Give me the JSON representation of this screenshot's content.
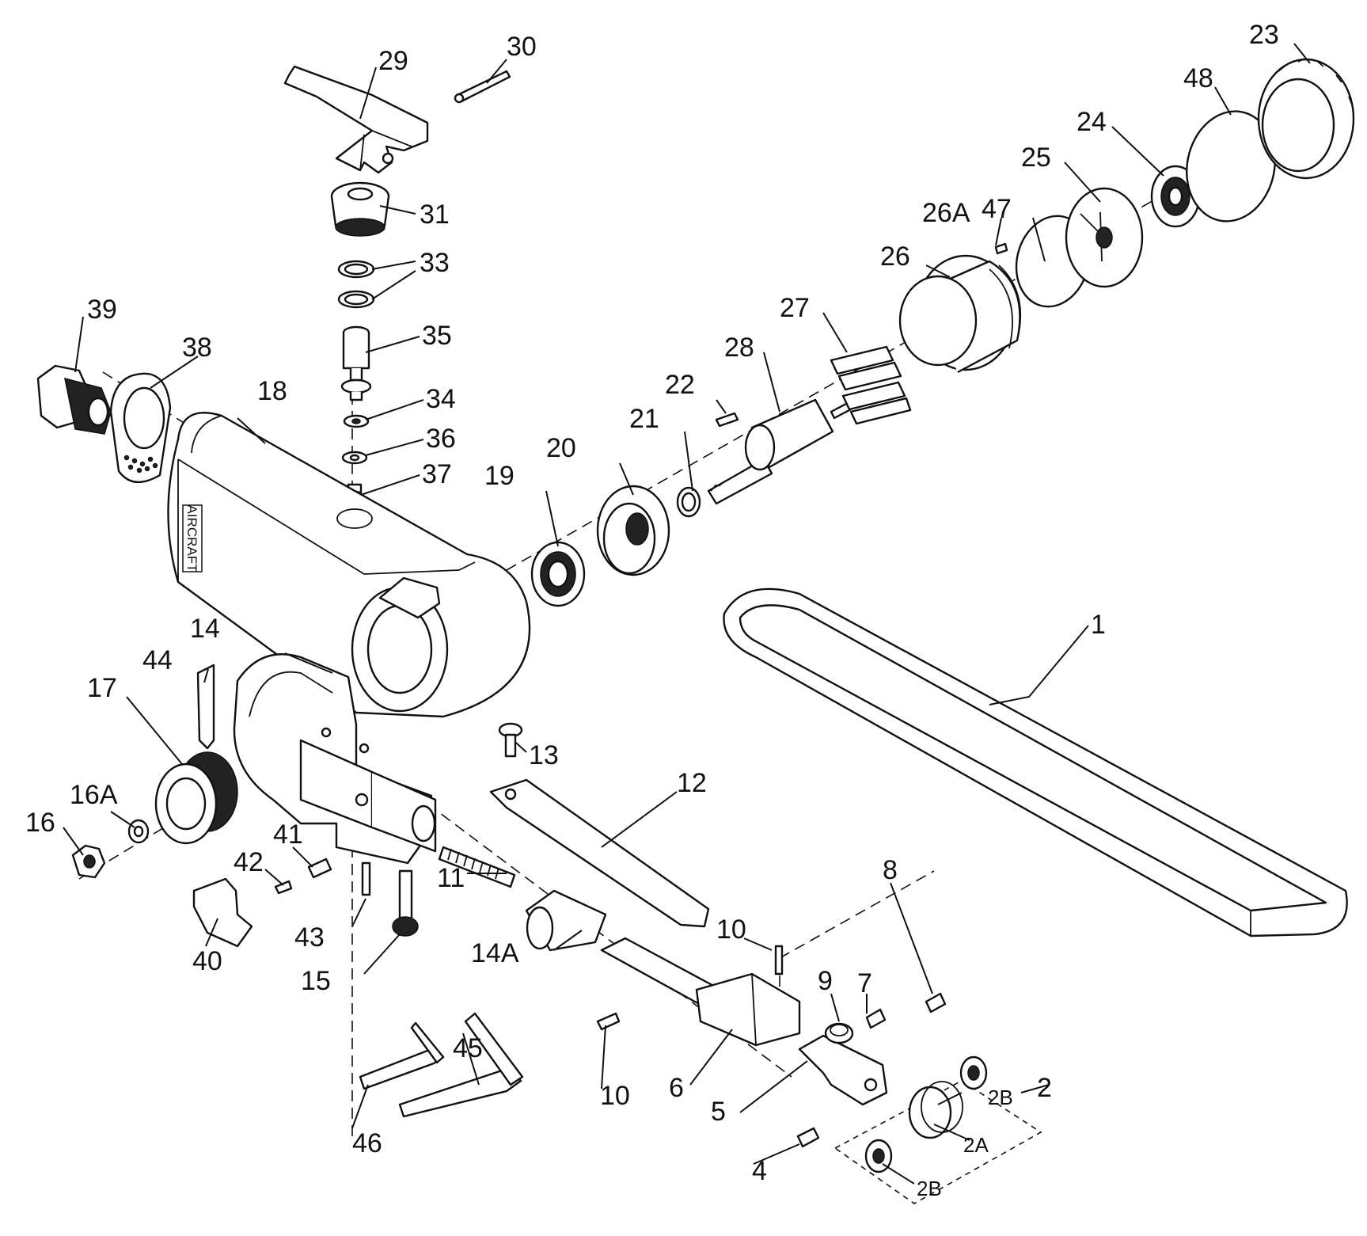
{
  "diagram": {
    "brand_marking": "AIRCRAFT",
    "callouts": {
      "p1": "1",
      "p2": "2",
      "p2a": "2A",
      "p2b_upper": "2B",
      "p2b_lower": "2B",
      "p4": "4",
      "p5": "5",
      "p6": "6",
      "p7": "7",
      "p8": "8",
      "p9": "9",
      "p10_upper": "10",
      "p10_lower": "10",
      "p11": "11",
      "p12": "12",
      "p13": "13",
      "p14": "14",
      "p14a": "14A",
      "p15": "15",
      "p16": "16",
      "p16a": "16A",
      "p17": "17",
      "p18": "18",
      "p19": "19",
      "p20": "20",
      "p21": "21",
      "p22": "22",
      "p23": "23",
      "p24": "24",
      "p25": "25",
      "p26": "26",
      "p26a": "26A",
      "p27": "27",
      "p28": "28",
      "p29": "29",
      "p30": "30",
      "p31": "31",
      "p33": "33",
      "p34": "34",
      "p35": "35",
      "p36": "36",
      "p37": "37",
      "p38": "38",
      "p39": "39",
      "p40": "40",
      "p41": "41",
      "p42": "42",
      "p43": "43",
      "p44": "44",
      "p45": "45",
      "p46": "46",
      "p47": "47",
      "p48": "48"
    }
  }
}
